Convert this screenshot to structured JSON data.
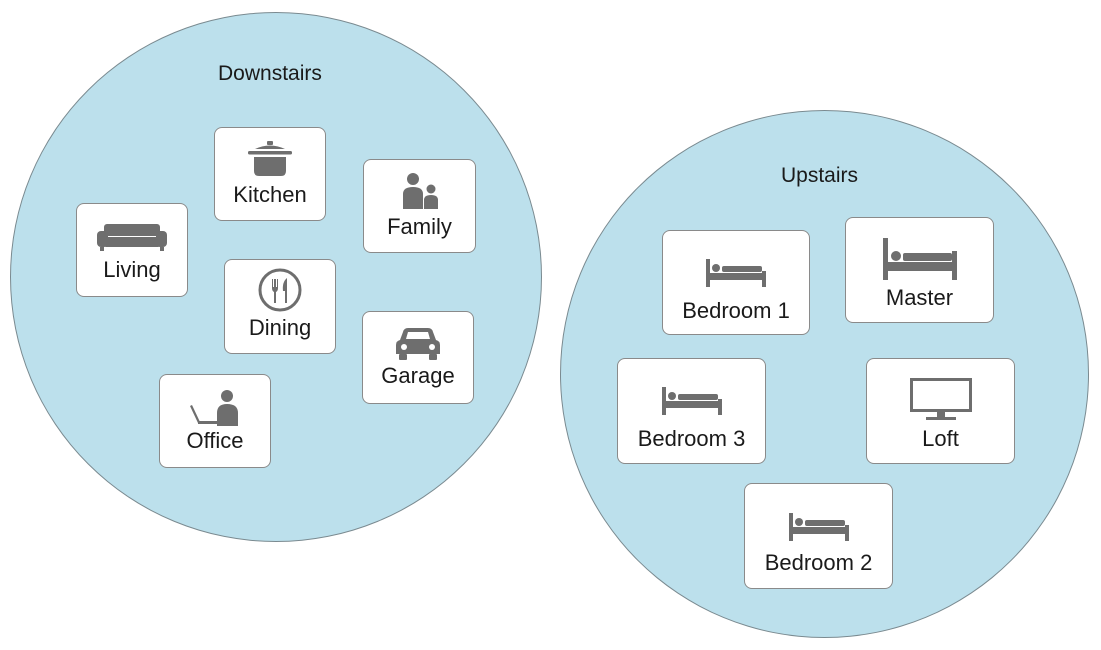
{
  "zones": {
    "downstairs": {
      "label": "Downstairs"
    },
    "upstairs": {
      "label": "Upstairs"
    }
  },
  "rooms": {
    "kitchen": {
      "label": "Kitchen",
      "icon": "pot-icon"
    },
    "family": {
      "label": "Family",
      "icon": "family-icon"
    },
    "living": {
      "label": "Living",
      "icon": "sofa-icon"
    },
    "dining": {
      "label": "Dining",
      "icon": "plate-cutlery-icon"
    },
    "garage": {
      "label": "Garage",
      "icon": "car-icon"
    },
    "office": {
      "label": "Office",
      "icon": "person-laptop-icon"
    },
    "bedroom1": {
      "label": "Bedroom 1",
      "icon": "bed-icon"
    },
    "master": {
      "label": "Master",
      "icon": "bed-headboard-icon"
    },
    "bedroom3": {
      "label": "Bedroom 3",
      "icon": "bed-icon"
    },
    "loft": {
      "label": "Loft",
      "icon": "tv-icon"
    },
    "bedroom2": {
      "label": "Bedroom 2",
      "icon": "bed-icon"
    }
  },
  "colors": {
    "zone_fill": "#bce0ec",
    "zone_border": "#7a8a90",
    "card_fill": "#ffffff",
    "card_border": "#8a8a8a",
    "icon": "#6e6e6e"
  }
}
